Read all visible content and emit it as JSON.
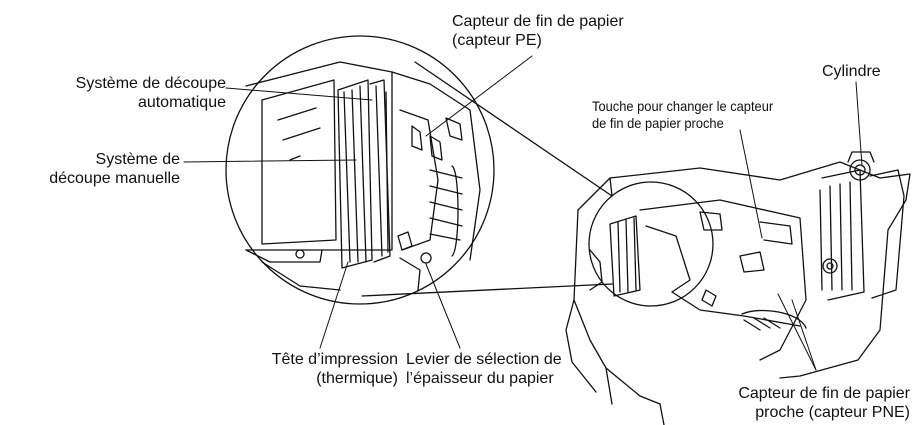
{
  "labels": {
    "paper_end_sensor": [
      "Capteur de fin de papier",
      "(capteur PE)"
    ],
    "auto_cutter": [
      "Système de découpe",
      "automatique"
    ],
    "manual_cutter": [
      "Système de",
      "découpe manuelle"
    ],
    "cylinder": "Cylindre",
    "near_end_switch_key": [
      "Touche pour changer le capteur",
      "de fin de papier proche"
    ],
    "print_head": [
      "Tête d’impression",
      "(thermique)"
    ],
    "thickness_lever": [
      "Levier de sélection de",
      "l’épaisseur du papier"
    ],
    "near_end_sensor": [
      "Capteur de fin de papier",
      "proche (capteur PNE)"
    ]
  },
  "colors": {
    "line": "#111111",
    "background": "#ffffff"
  }
}
